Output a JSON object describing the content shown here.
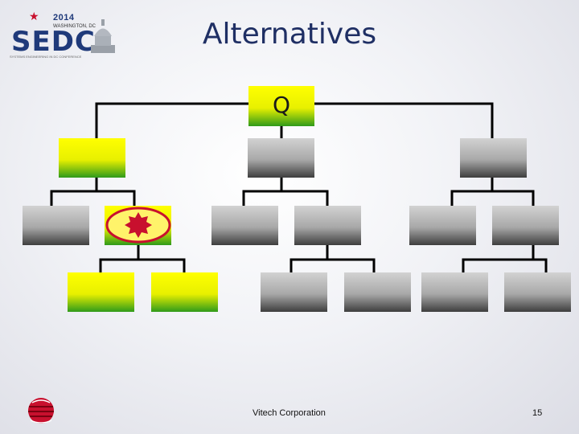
{
  "slide": {
    "title": "Alternatives",
    "footer_center": "Vitech Corporation",
    "page_number": "15"
  },
  "logo": {
    "year": "2014",
    "city": "WASHINGTON, DC",
    "wordmark": "SEDC",
    "tagline": "SYSTEMS ENGINEERING IN DC CONFERENCE"
  },
  "diagram": {
    "root_label": "Q",
    "colors": {
      "selected_top": "#ffff00",
      "selected_bottom": "#2f9a1a",
      "gray_top": "#c8c8c8",
      "gray_bottom": "#4a4a4a",
      "highlight_ring": "#c8102e",
      "highlight_star": "#c8102e"
    }
  }
}
